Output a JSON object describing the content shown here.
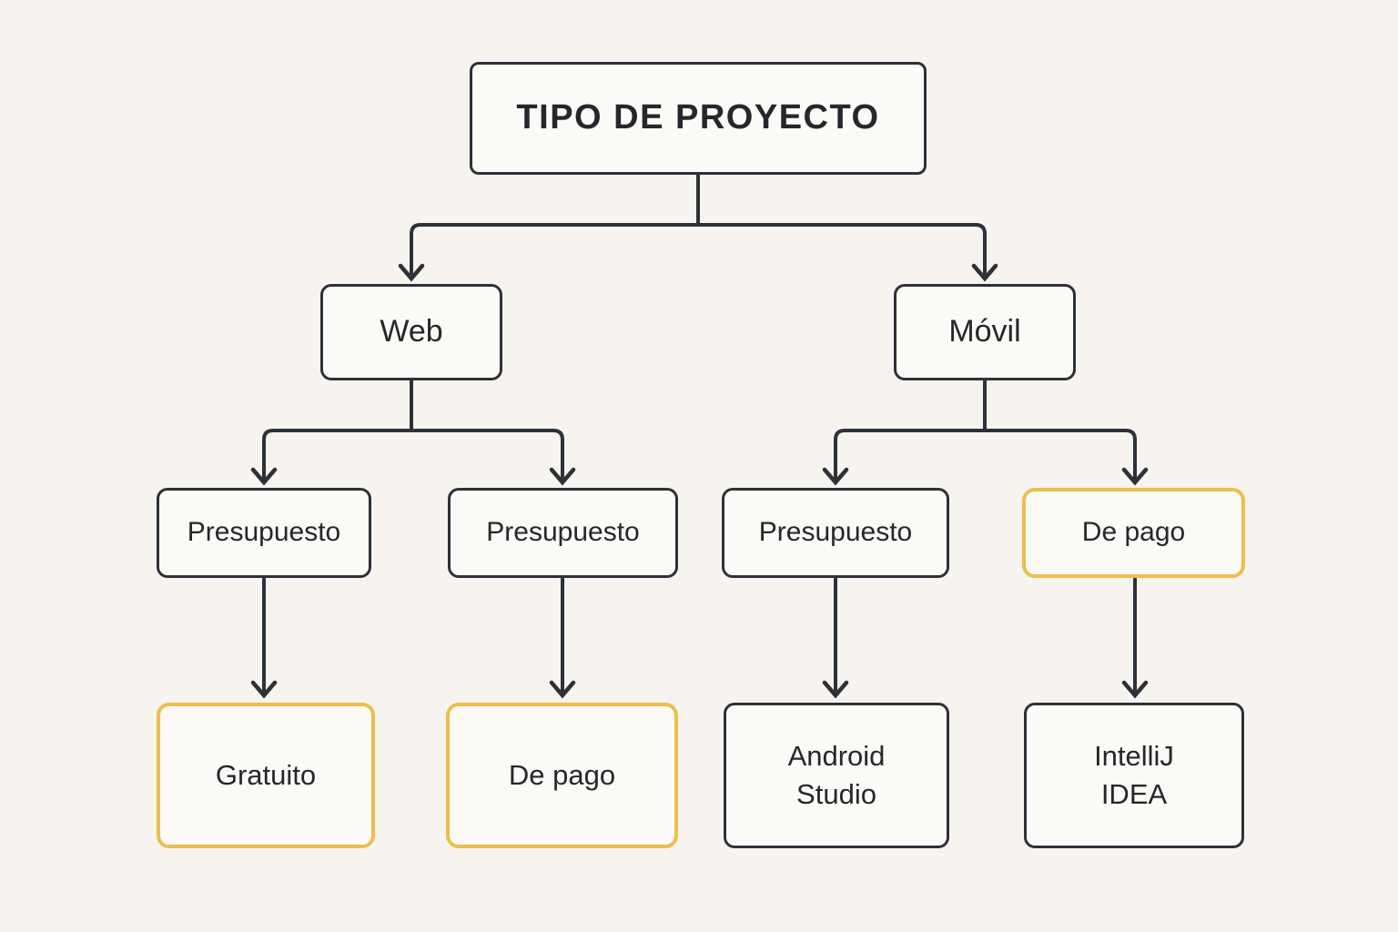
{
  "diagram": {
    "title": "TIPO DE PROYECTO",
    "language": "es",
    "type": "flowchart-tree"
  },
  "colors": {
    "background": "#f7f4ef",
    "node_fill": "#fcfaf6",
    "line_dark": "#2d3138",
    "accent_yellow": "#eebd4e",
    "text": "#24272c"
  },
  "nodes": {
    "tipo_de_proyecto": {
      "label": "TIPO DE PROYECTO",
      "border": "dark",
      "level": 1
    },
    "web": {
      "label": "Web",
      "border": "dark",
      "level": 2
    },
    "movil": {
      "label": "Móvil",
      "border": "dark",
      "level": 2
    },
    "web_presupuesto_izq": {
      "label": "Presupuesto",
      "border": "dark",
      "level": 3
    },
    "web_presupuesto_der": {
      "label": "Presupuesto",
      "border": "dark",
      "level": 3
    },
    "movil_presupuesto": {
      "label": "Presupuesto",
      "border": "dark",
      "level": 3
    },
    "movil_de_pago": {
      "label": "De pago",
      "border": "yellow",
      "level": 3
    },
    "gratuito": {
      "label": "Gratuito",
      "border": "yellow",
      "level": 4
    },
    "de_pago": {
      "label": "De pago",
      "border": "yellow",
      "level": 4
    },
    "android_studio": {
      "label": "Android Studio",
      "border": "dark",
      "level": 4
    },
    "intellij_idea": {
      "label": "IntelliJ IDEA",
      "border": "dark",
      "level": 4
    }
  },
  "edges": [
    {
      "from": "tipo_de_proyecto",
      "to": "web"
    },
    {
      "from": "tipo_de_proyecto",
      "to": "movil"
    },
    {
      "from": "web",
      "to": "web_presupuesto_izq"
    },
    {
      "from": "web",
      "to": "web_presupuesto_der"
    },
    {
      "from": "movil",
      "to": "movil_presupuesto"
    },
    {
      "from": "movil",
      "to": "movil_de_pago"
    },
    {
      "from": "web_presupuesto_izq",
      "to": "gratuito"
    },
    {
      "from": "web_presupuesto_der",
      "to": "de_pago"
    },
    {
      "from": "movil_presupuesto",
      "to": "android_studio"
    },
    {
      "from": "movil_de_pago",
      "to": "intellij_idea"
    }
  ]
}
